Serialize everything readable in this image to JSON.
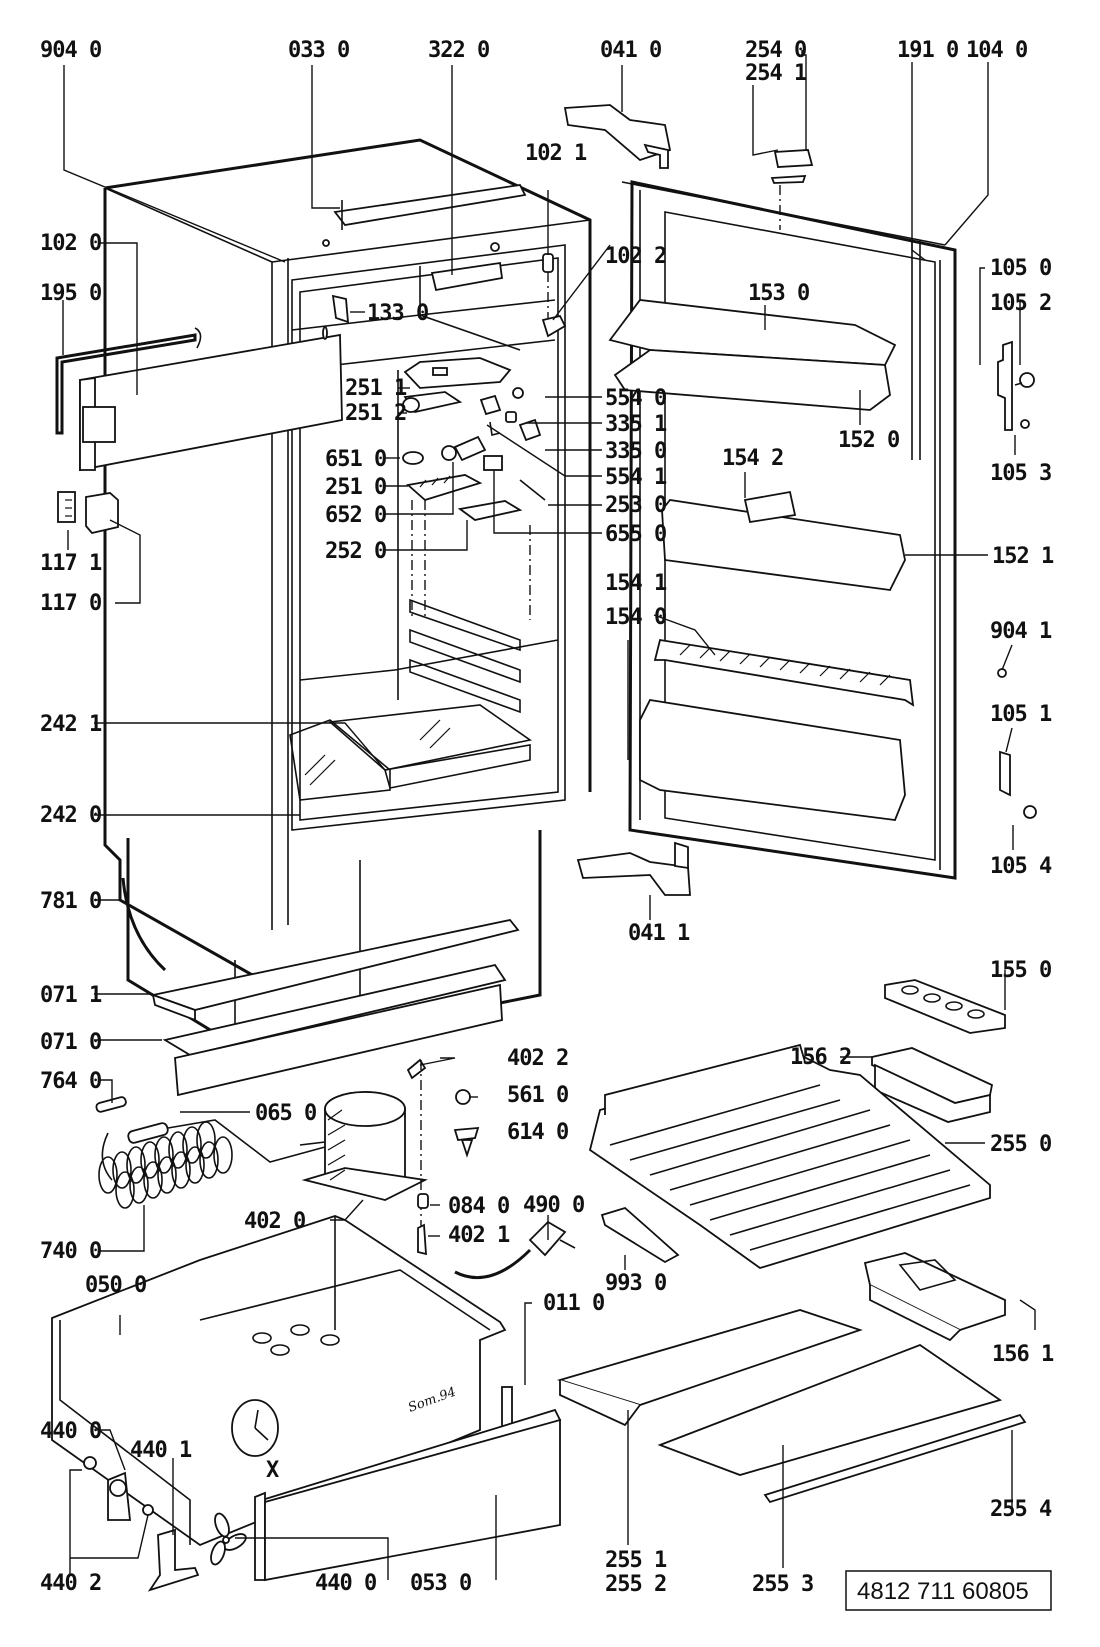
{
  "title": "Refrigerator exploded parts diagram",
  "document_code": "4812 711 60805",
  "drawing_signature": "Som.94",
  "assembly_marker": "X",
  "labels": {
    "l9040": "904 0",
    "l0330": "033 0",
    "l3220": "322 0",
    "l0410": "041 0",
    "l2540": "254 0",
    "l2541": "254 1",
    "l1910": "191 0",
    "l1040": "104 0",
    "l1021": "102 1",
    "l1020": "102 0",
    "l1022": "102 2",
    "l1950": "195 0",
    "l1330": "133 0",
    "l1530": "153 0",
    "l1050": "105 0",
    "l1052": "105 2",
    "l2511": "251 1",
    "l2512": "251 2",
    "l6510": "651 0",
    "l2510": "251 0",
    "l6520": "652 0",
    "l2520": "252 0",
    "l5540": "554 0",
    "l3351": "335 1",
    "l3350": "335 0",
    "l5541": "554 1",
    "l2530": "253 0",
    "l6550": "655 0",
    "l1520": "152 0",
    "l1542": "154 2",
    "l1053": "105 3",
    "l1171": "117 1",
    "l1170": "117 0",
    "l1521": "152 1",
    "l1541": "154 1",
    "l1540": "154 0",
    "l9041": "904 1",
    "l2421": "242 1",
    "l1051": "105 1",
    "l2420": "242 0",
    "l1054": "105 4",
    "l7810": "781 0",
    "l0411": "041 1",
    "l0711": "071 1",
    "l1550": "155 0",
    "l0710": "071 0",
    "l1562": "156 2",
    "l4022": "402 2",
    "l7640": "764 0",
    "l0650": "065 0",
    "l5610": "561 0",
    "l6140": "614 0",
    "l2550": "255 0",
    "l4900": "490 0",
    "l0840": "084 0",
    "l4020": "402 0",
    "l4021": "402 1",
    "l7400": "740 0",
    "l9930": "993 0",
    "l0500": "050 0",
    "l0110": "011 0",
    "l1561": "156 1",
    "l4400a": "440 0",
    "l4401": "440 1",
    "l4402": "440 2",
    "l4400b": "440 0",
    "l0530": "053 0",
    "l2551": "255 1",
    "l2552": "255 2",
    "l2553": "255 3",
    "l2554": "255 4"
  },
  "icons": {
    "compressor": "compressor-icon",
    "fan": "fan-blade-icon",
    "plug": "power-plug-icon",
    "hinge": "hinge-icon"
  }
}
